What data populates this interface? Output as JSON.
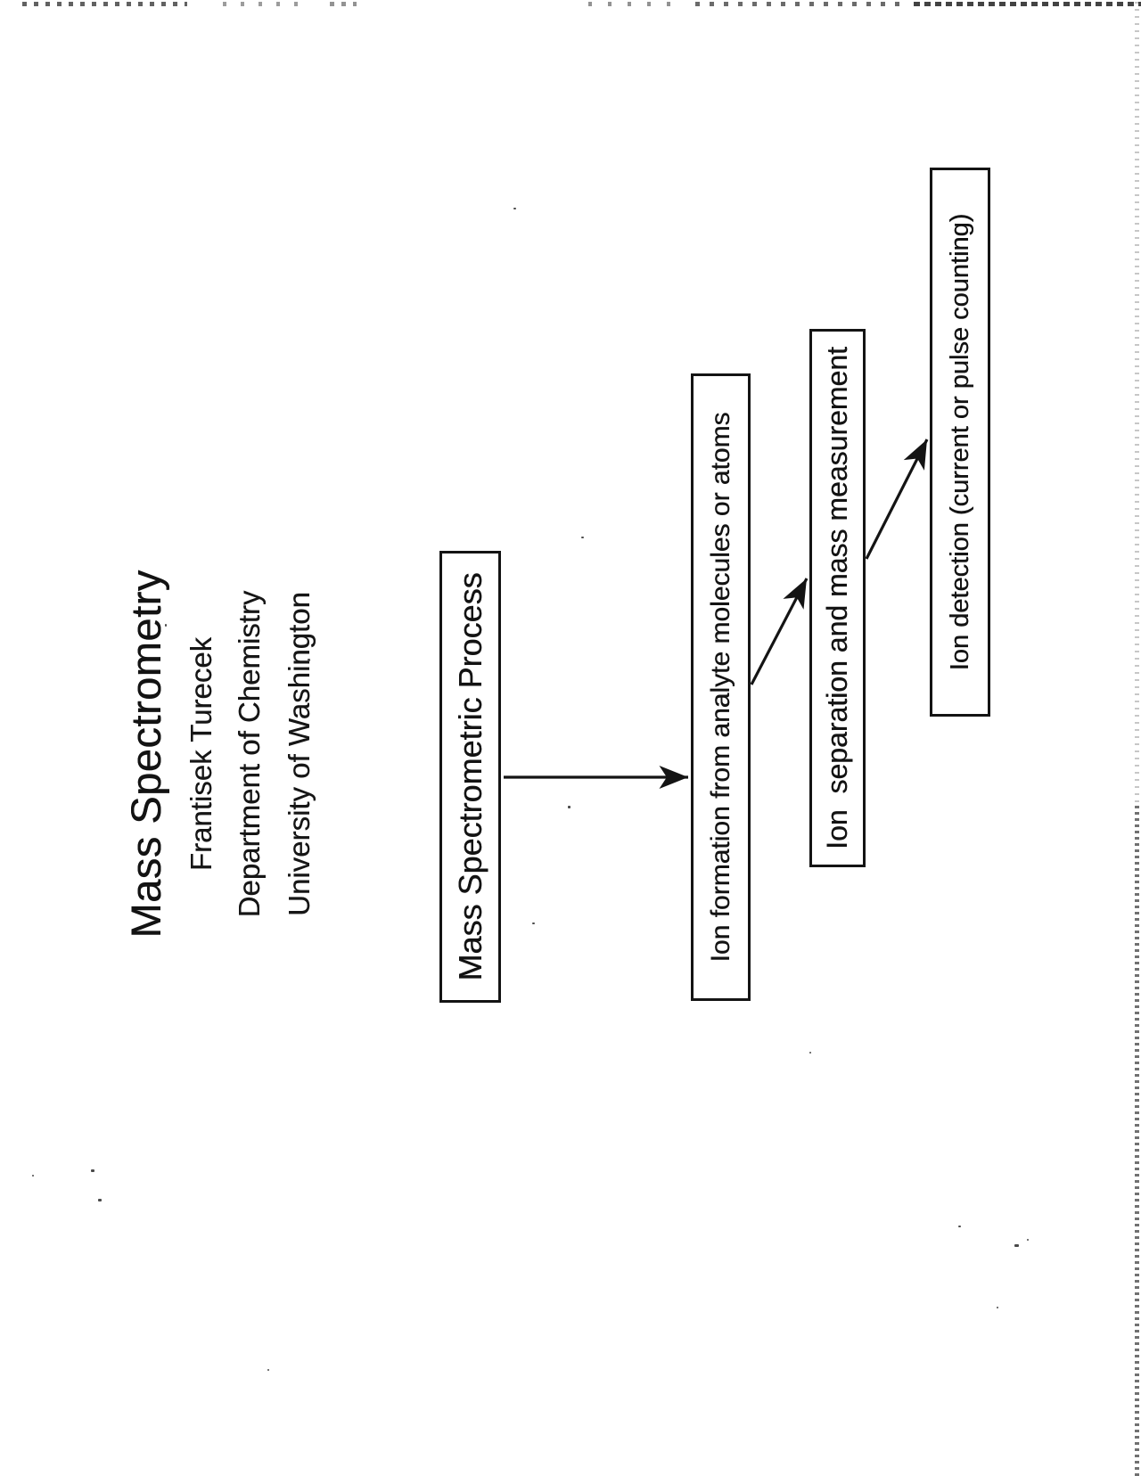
{
  "title_block": {
    "title": "Mass Spectrometry",
    "author": "Frantisek Turecek",
    "department": "Department of Chemistry",
    "university": "University of Washington"
  },
  "flowchart": {
    "boxes": [
      {
        "label": "Mass Spectrometric Process"
      },
      {
        "label": "Ion formation from analyte molecules or atoms"
      },
      {
        "label": "Ion  separation and mass measurement"
      },
      {
        "label": "Ion detection (current or pulse counting)"
      }
    ]
  }
}
